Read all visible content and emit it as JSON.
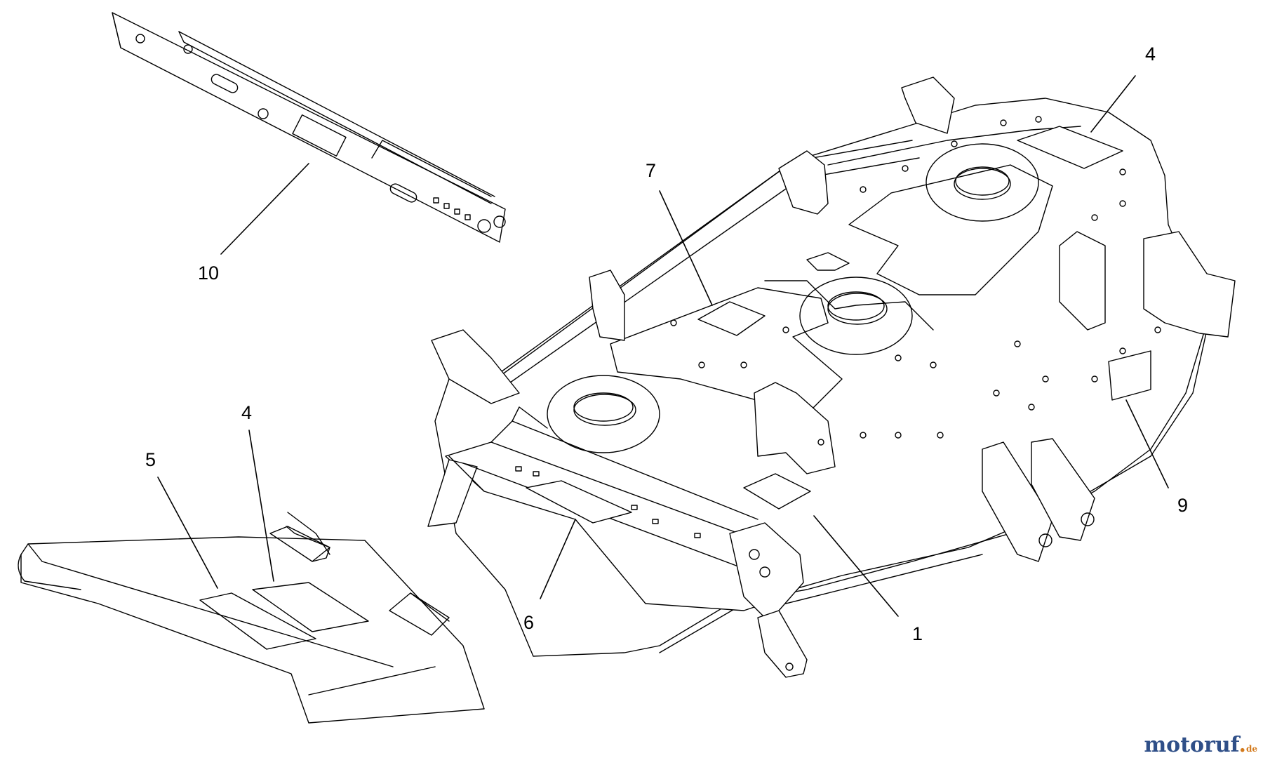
{
  "diagram": {
    "callouts": {
      "c10": "10",
      "c7": "7",
      "c4_top": "4",
      "c4_left": "4",
      "c5": "5",
      "c6": "6",
      "c1": "1",
      "c9": "9"
    },
    "parts": [
      "mounting-rail",
      "mower-deck",
      "deck-cover",
      "front-shield",
      "decal"
    ]
  },
  "watermark": {
    "main": "motoruf",
    "accent": ".",
    "tld": "de"
  },
  "colors": {
    "line": "#000000",
    "background": "#ffffff",
    "watermark_blue": "#2f4f88",
    "watermark_orange": "#d37a1d"
  }
}
